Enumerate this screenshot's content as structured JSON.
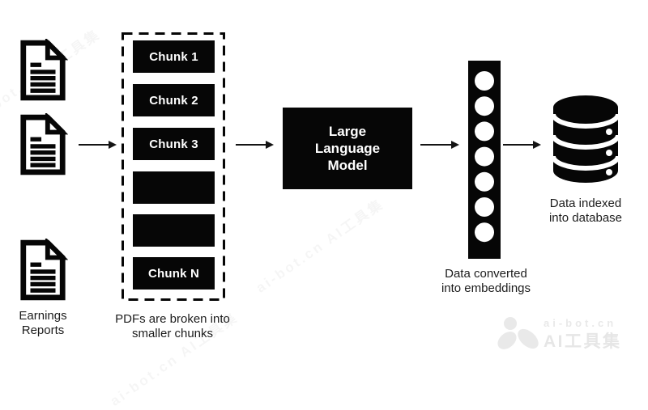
{
  "flow": {
    "sources": {
      "icon": "document-icon",
      "count": 3,
      "caption_line1": "Earnings",
      "caption_line2": "Reports"
    },
    "chunking": {
      "chunks": [
        "Chunk 1",
        "Chunk 2",
        "Chunk 3",
        "",
        "",
        "Chunk N"
      ],
      "caption_line1": "PDFs are broken into",
      "caption_line2": "smaller chunks"
    },
    "model": {
      "label_line1": "Large",
      "label_line2": "Language",
      "label_line3": "Model"
    },
    "embeddings": {
      "icon": "vector-column-icon",
      "vector_cells": 7,
      "caption_line1": "Data converted",
      "caption_line2": "into embeddings"
    },
    "database": {
      "icon": "database-icon",
      "caption_line1": "Data indexed",
      "caption_line2": "into database"
    },
    "arrow_count": 4
  },
  "watermark": {
    "domain": "ai-bot.cn",
    "brand": "AI工具集",
    "ghost_text": "ai-bot.cn AI工具集"
  },
  "colors": {
    "block_fill": "#060606",
    "caption_text": "#1c1c1c",
    "arrow": "#141414",
    "watermark_gray": "#e9e9e9",
    "background": "#ffffff"
  }
}
